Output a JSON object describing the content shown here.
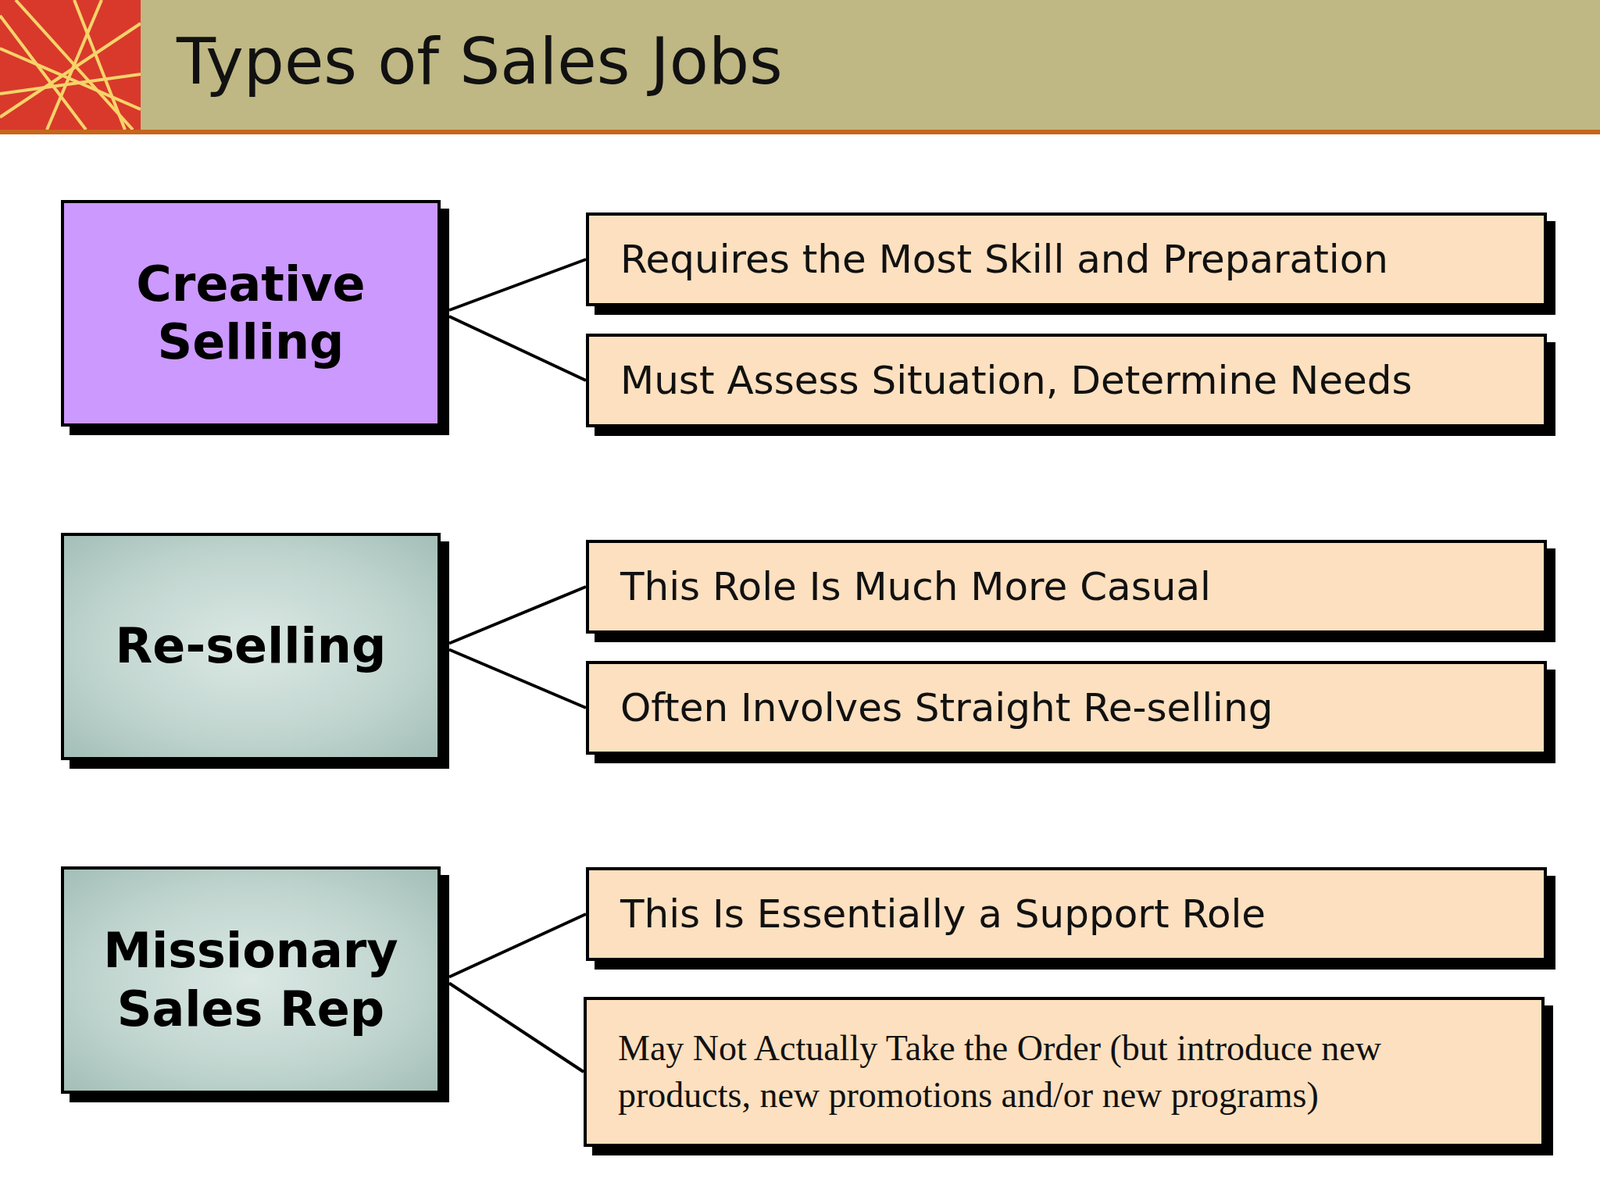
{
  "diagram": {
    "title": "Types of Sales Jobs",
    "nodes": [
      {
        "text": [
          "Creative Selling"
        ]
      },
      {
        "text": [
          "Requires the Most Skill and Preparation"
        ]
      },
      {
        "text": [
          "Must Assess Situation, Determine Needs"
        ]
      },
      {
        "text": [
          "Re-selling"
        ]
      },
      {
        "text": [
          "This Role Is Much More Casual"
        ]
      },
      {
        "text": [
          "Often Involves Straight Re-selling"
        ]
      },
      {
        "text": [
          "Missionary Sales Rep"
        ]
      },
      {
        "text": [
          "This Is Essentially a Support Role"
        ]
      },
      {
        "text": [
          "May Not Actually Take the Order (but introduce new products, new promotions and/or new programs)"
        ]
      }
    ],
    "edges": [
      {
        "from": 0,
        "to": 1,
        "arrow": "none"
      },
      {
        "from": 0,
        "to": 2,
        "arrow": "none"
      },
      {
        "from": 3,
        "to": 4,
        "arrow": "none"
      },
      {
        "from": 3,
        "to": 5,
        "arrow": "none"
      },
      {
        "from": 6,
        "to": 7,
        "arrow": "none"
      },
      {
        "from": 6,
        "to": 8,
        "arrow": "none"
      }
    ]
  }
}
